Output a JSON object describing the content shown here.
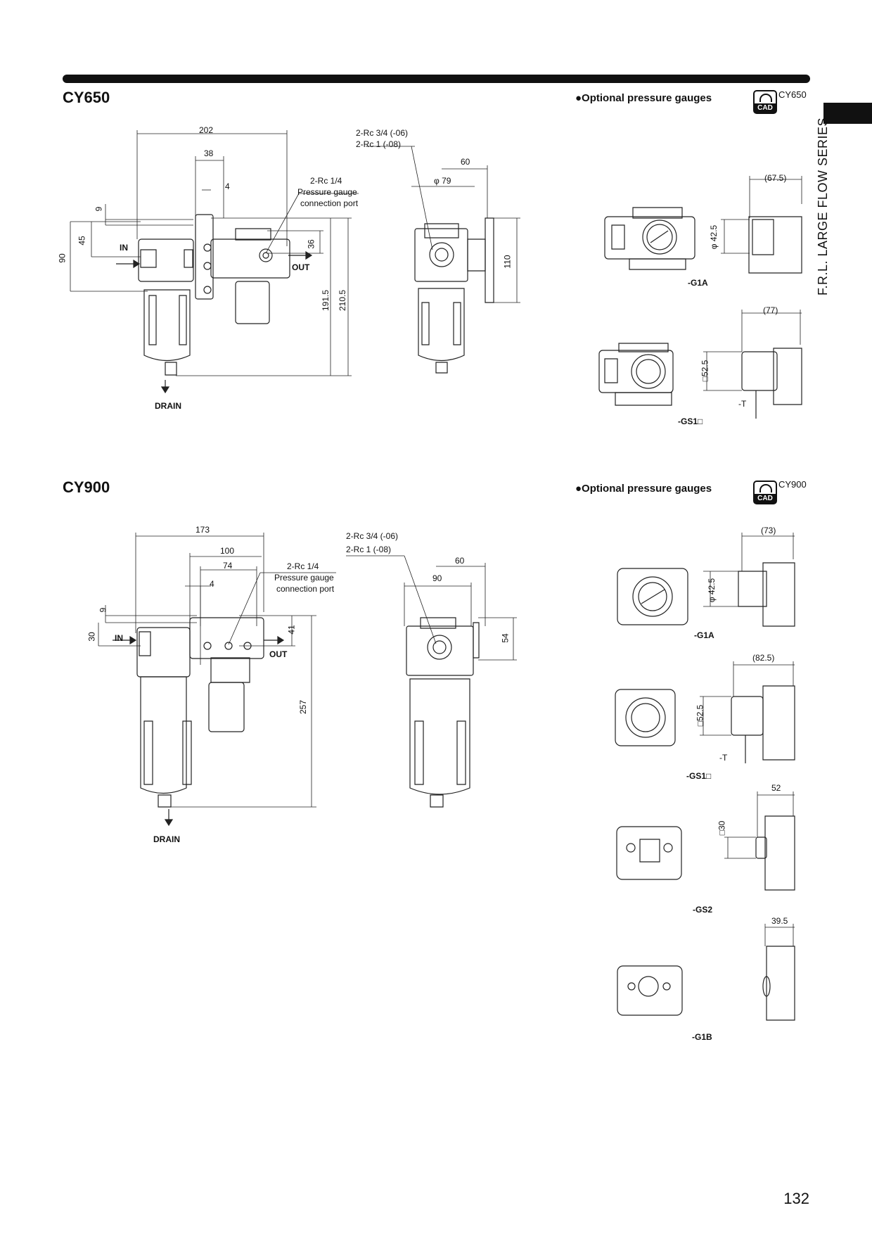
{
  "header": {
    "sidebar_series": "F.R.L. LARGE FLOW SERIES",
    "page_number": "132"
  },
  "sections": [
    {
      "title": "CY650",
      "optional_label": "●Optional pressure gauges",
      "cad_icon_text": "CAD",
      "cad_code": "CY650",
      "front": {
        "dims": [
          "202",
          "38",
          "4",
          "9",
          "45",
          "90",
          "36",
          "191.5",
          "210.5"
        ],
        "port_label_line1": "2-Rc 1/4",
        "port_label_line2": "Pressure gauge",
        "port_label_line3": "connection port",
        "in": "IN",
        "out": "OUT",
        "drain": "DRAIN"
      },
      "side": {
        "port_a": "2-Rc 3/4 (-06)",
        "port_b": "2-Rc 1   (-08)",
        "dims": [
          "60",
          "φ 79",
          "110"
        ]
      },
      "gauges": [
        {
          "code": "-G1A",
          "dims": [
            "(67.5)",
            "φ 42.5"
          ]
        },
        {
          "code": "-GS1□",
          "dims": [
            "(77)",
            "□52.5",
            "-T"
          ]
        }
      ]
    },
    {
      "title": "CY900",
      "optional_label": "●Optional pressure gauges",
      "cad_icon_text": "CAD",
      "cad_code": "CY900",
      "front": {
        "dims": [
          "173",
          "100",
          "74",
          "4",
          "9",
          "30",
          "41",
          "257"
        ],
        "port_label_line1": "2-Rc 1/4",
        "port_label_line2": "Pressure gauge",
        "port_label_line3": "connection port",
        "in": "IN",
        "out": "OUT",
        "drain": "DRAIN"
      },
      "side": {
        "port_a": "2-Rc 3/4 (-06)",
        "port_b": "2-Rc 1    (-08)",
        "dims": [
          "60",
          "90",
          "54"
        ]
      },
      "gauges": [
        {
          "code": "-G1A",
          "dims": [
            "(73)",
            "φ 42.5"
          ]
        },
        {
          "code": "-GS1□",
          "dims": [
            "(82.5)",
            "□52.5",
            "-T"
          ]
        },
        {
          "code": "-GS2",
          "dims": [
            "52",
            "□30"
          ]
        },
        {
          "code": "-G1B",
          "dims": [
            "39.5"
          ]
        }
      ]
    }
  ]
}
